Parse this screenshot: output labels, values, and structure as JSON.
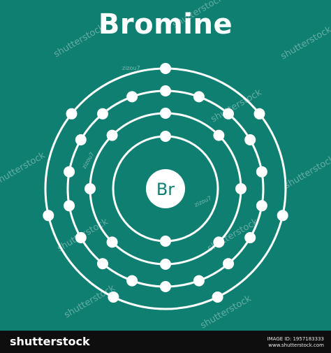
{
  "title": "Bromine",
  "nucleus_symbol": "Br",
  "shells": [
    {
      "electrons": 2
    },
    {
      "electrons": 8
    },
    {
      "electrons": 18
    },
    {
      "electrons": 7
    }
  ],
  "watermark": {
    "stock_text": "shutterstock",
    "contributor": "zizou7"
  },
  "footer": {
    "logo_text": "shutterstock",
    "image_id_line": "IMAGE ID: 1957183333",
    "site_line": "www.shutterstock.com"
  },
  "colors": {
    "background": "#0f7f72",
    "foreground": "#ffffff",
    "footer_bg": "#0e0e0e"
  }
}
